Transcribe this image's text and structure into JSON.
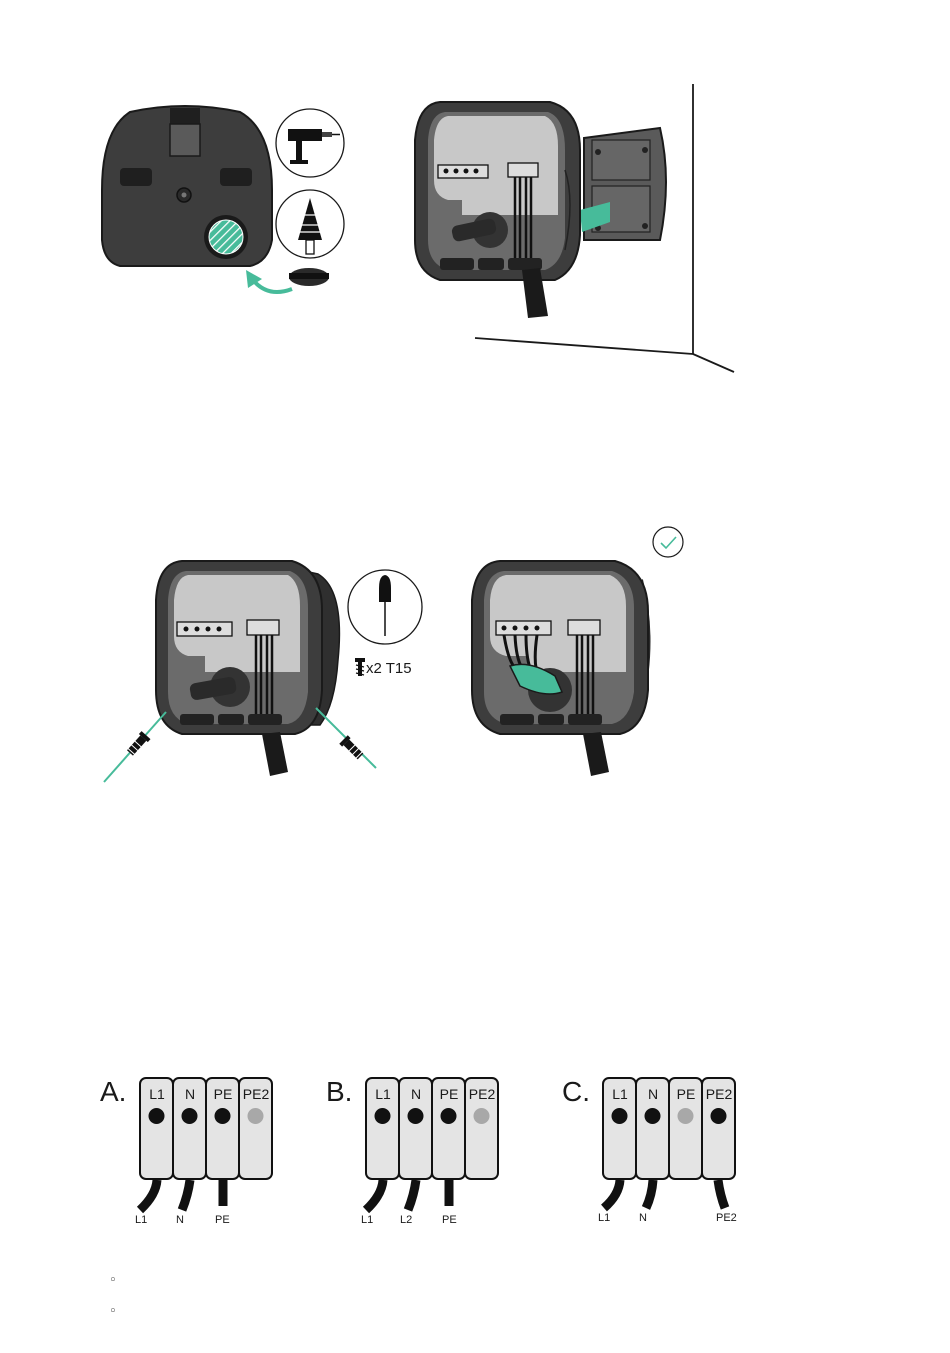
{
  "colors": {
    "accent_teal": "#47bb9a",
    "device_dark": "#3a3a3a",
    "device_mid": "#6b6b6b",
    "panel_light": "#c8c8c8",
    "terminal_fill": "#e4e4e4",
    "inactive_dot": "#a8a8a8"
  },
  "icons": [
    "drill-icon",
    "step-drill-bit-icon",
    "grommet-icon",
    "screwdriver-icon",
    "screw-icon",
    "check-icon"
  ],
  "step4": {
    "screw_label": "x2 T15"
  },
  "wiring": {
    "diagrams": [
      {
        "letter": "A.",
        "terminals": [
          "L1",
          "N",
          "PE",
          "PE2"
        ],
        "wires": [
          "L1",
          "N",
          "PE"
        ]
      },
      {
        "letter": "B.",
        "terminals": [
          "L1",
          "N",
          "PE",
          "PE2"
        ],
        "wires": [
          "L1",
          "L2",
          "PE"
        ]
      },
      {
        "letter": "C.",
        "terminals": [
          "L1",
          "N",
          "PE",
          "PE2"
        ],
        "wires": [
          "L1",
          "N",
          "PE2"
        ]
      }
    ]
  },
  "bullets": [
    "◦",
    "◦"
  ]
}
